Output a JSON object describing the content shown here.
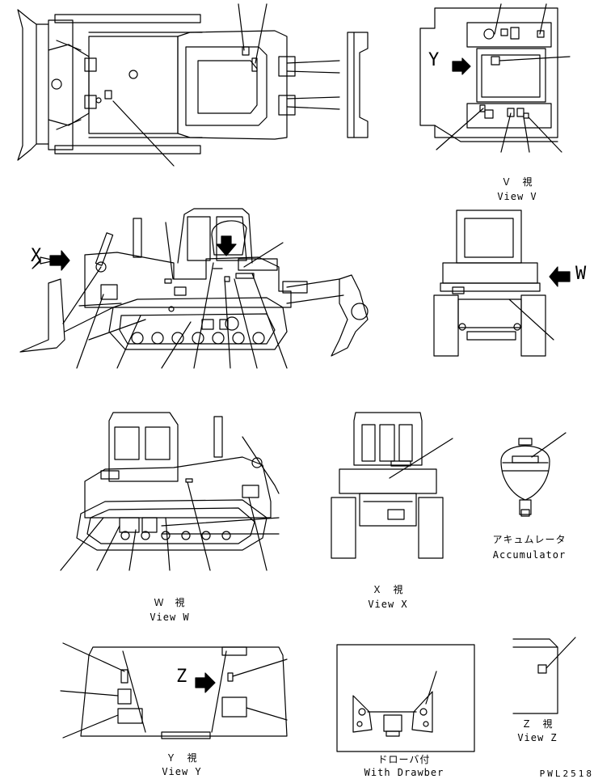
{
  "views": {
    "v": {
      "jp": "Ｖ　視",
      "en": "View V"
    },
    "w": {
      "jp": "Ｗ　視",
      "en": "View W"
    },
    "x": {
      "jp": "Ｘ　視",
      "en": "View X"
    },
    "y": {
      "jp": "Ｙ　視",
      "en": "View Y"
    },
    "z": {
      "jp": "Ｚ　視",
      "en": "View Z"
    },
    "accumulator": {
      "jp": "アキュムレータ",
      "en": "Accumulator"
    },
    "drawbar": {
      "jp": "ドローバ付",
      "en": "With Drawber"
    }
  },
  "markers": {
    "y": "Y",
    "x": "X",
    "w": "W",
    "z": "Z"
  },
  "drawing_code": "PWL2518",
  "colors": {
    "line": "#000000",
    "background": "#ffffff"
  }
}
